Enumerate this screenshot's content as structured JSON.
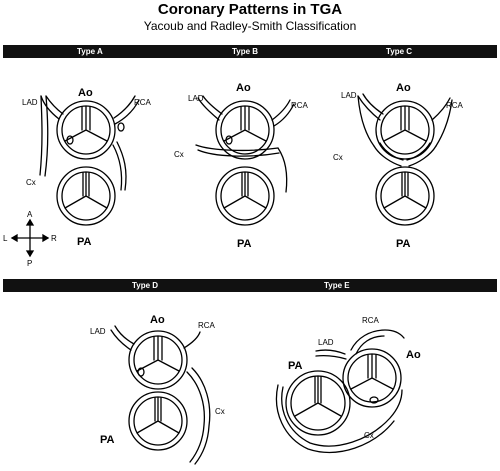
{
  "title": "Coronary Patterns in TGA",
  "subtitle": "Yacoub and Radley-Smith Classification",
  "bands": {
    "top": [
      "Type A",
      "Type B",
      "Type C"
    ],
    "bottom": [
      "Type D",
      "Type E"
    ]
  },
  "labels": {
    "aorta": "Ao",
    "pulmonary": "PA",
    "lad": "LAD",
    "rca": "RCA",
    "cx": "Cx"
  },
  "compass": {
    "up": "A",
    "down": "P",
    "left": "L",
    "right": "R"
  },
  "colors": {
    "ink": "#000000",
    "band": "#111111",
    "band_text": "#ffffff"
  }
}
